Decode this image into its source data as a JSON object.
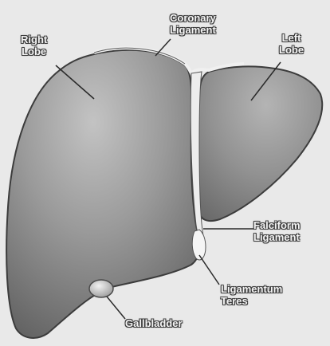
{
  "labels": {
    "right_lobe": [
      "Right",
      "Lobe"
    ],
    "coronary_ligament": [
      "Coronary",
      "Ligament"
    ],
    "left_lobe": [
      "Left",
      "Lobe"
    ],
    "falciform_ligament": [
      "Falciform",
      "Ligament"
    ],
    "ligamentum_teres": [
      "Ligamentum",
      "Teres"
    ],
    "gallbladder": [
      "Gallbladder"
    ]
  },
  "colors": {
    "background": "#e9e9e9",
    "organ_light": "#b9b9b9",
    "organ_mid": "#8e8e8e",
    "organ_dark": "#5e5e5e",
    "outline": "#3c3c3c",
    "leader_line": "#2a2a2a"
  }
}
